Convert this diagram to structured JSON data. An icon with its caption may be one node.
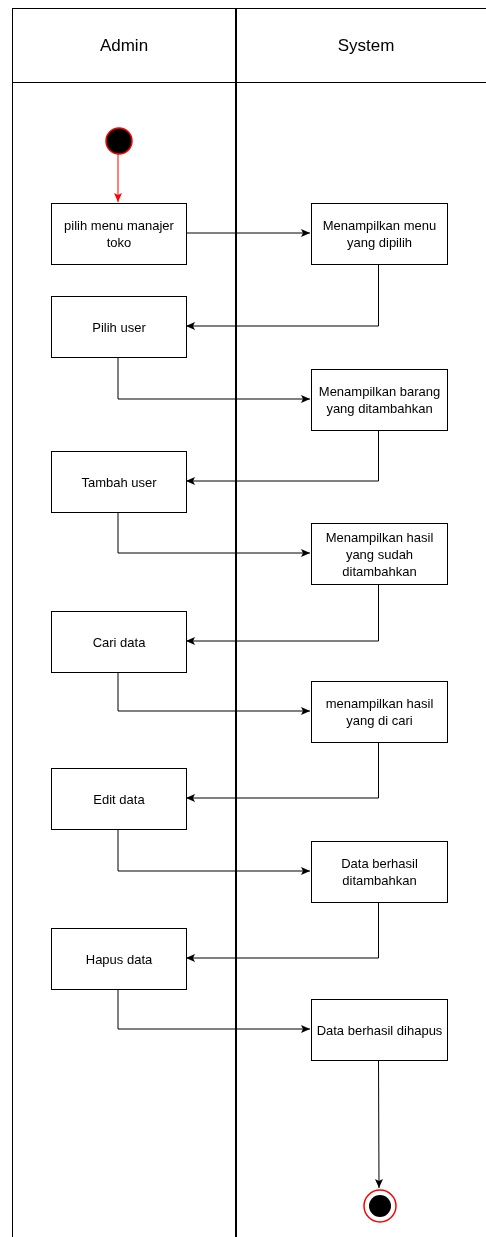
{
  "diagram": {
    "nodes": [
      {
        "text": [
          "Admin"
        ]
      },
      {
        "text": [
          "System"
        ]
      },
      {
        "text": [],
        "shape": "circle",
        "in": 0
      },
      {
        "text": [
          "pilih menu manajer toko"
        ],
        "in": 0
      },
      {
        "text": [
          "Menampilkan menu yang dipilih"
        ],
        "in": 1
      },
      {
        "text": [
          "Pilih user"
        ],
        "in": 0
      },
      {
        "text": [
          "Menampilkan barang yang ditambahkan"
        ],
        "in": 1
      },
      {
        "text": [
          "Tambah user"
        ],
        "in": 0
      },
      {
        "text": [
          "Menampilkan hasil yang sudah ditambahkan"
        ],
        "in": 1
      },
      {
        "text": [
          "Cari data"
        ],
        "in": 0
      },
      {
        "text": [
          "menampilkan hasil yang di cari"
        ],
        "in": 1
      },
      {
        "text": [
          "Edit data"
        ],
        "in": 0
      },
      {
        "text": [
          "Data berhasil ditambahkan"
        ],
        "in": 1
      },
      {
        "text": [
          "Hapus data"
        ],
        "in": 0
      },
      {
        "text": [
          "Data berhasil dihapus"
        ],
        "in": 1
      },
      {
        "text": [],
        "shape": "circle",
        "in": 1
      }
    ],
    "edges": [
      {
        "from": 2,
        "to": 3,
        "arrow": "to",
        "color": "#ff0000"
      },
      {
        "from": 3,
        "to": 4,
        "arrow": "to"
      },
      {
        "from": 4,
        "to": 5,
        "arrow": "to"
      },
      {
        "from": 5,
        "to": 6,
        "arrow": "to"
      },
      {
        "from": 6,
        "to": 7,
        "arrow": "to"
      },
      {
        "from": 7,
        "to": 8,
        "arrow": "to"
      },
      {
        "from": 8,
        "to": 9,
        "arrow": "to"
      },
      {
        "from": 9,
        "to": 10,
        "arrow": "to"
      },
      {
        "from": 10,
        "to": 11,
        "arrow": "to"
      },
      {
        "from": 11,
        "to": 12,
        "arrow": "to"
      },
      {
        "from": 12,
        "to": 13,
        "arrow": "to"
      },
      {
        "from": 13,
        "to": 14,
        "arrow": "to"
      },
      {
        "from": 14,
        "to": 15,
        "arrow": "to"
      }
    ]
  }
}
